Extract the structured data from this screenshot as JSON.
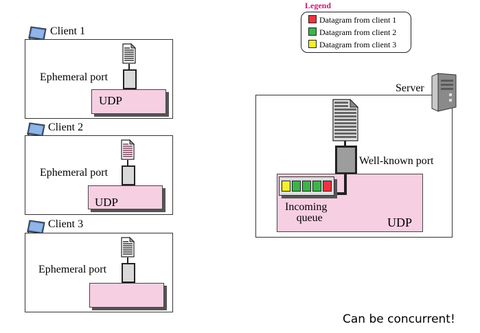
{
  "legend": {
    "title": "Legend",
    "items": [
      {
        "label": "Datagram from client 1",
        "color": "#ee3340"
      },
      {
        "label": "Datagram from client 2",
        "color": "#3bb44a"
      },
      {
        "label": "Datagram from client 3",
        "color": "#f4ef2a"
      }
    ]
  },
  "clients": [
    {
      "name": "Client 1",
      "port_label": "Ephemeral port",
      "udp_label": "UDP"
    },
    {
      "name": "Client 2",
      "port_label": "Ephemeral port",
      "udp_label": "UDP"
    },
    {
      "name": "Client 3",
      "port_label": "Ephemeral port",
      "udp_label": ""
    }
  ],
  "server": {
    "name": "Server",
    "port_label": "Well-known port",
    "queue_label_line1": "Incoming",
    "queue_label_line2": "queue",
    "udp_label": "UDP",
    "queue_colors": [
      "#f4ef2a",
      "#3bb44a",
      "#3bb44a",
      "#3bb44a",
      "#ee3340"
    ]
  },
  "footer": "Can be concurrent!"
}
